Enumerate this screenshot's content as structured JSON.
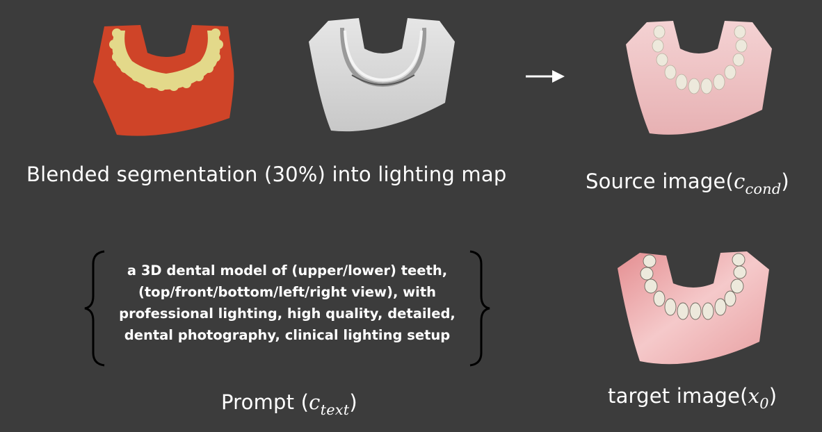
{
  "captions": {
    "blended": "Blended segmentation (30%) into lighting map",
    "source_prefix": "Source image(",
    "source_symbol": "c",
    "source_subscript": "cond",
    "source_suffix": ")",
    "prompt_prefix": "Prompt (",
    "prompt_symbol": "c",
    "prompt_subscript": "text",
    "prompt_suffix": ")",
    "target_prefix": "target image(",
    "target_symbol": "x",
    "target_subscript": "0",
    "target_suffix": ")"
  },
  "prompt_lines": [
    "a 3D dental model of (upper/lower) teeth,",
    "(top/front/bottom/left/right view), with",
    "professional lighting, high quality, detailed,",
    "dental photography, clinical lighting setup"
  ],
  "colors": {
    "background": "#3c3c3c",
    "segmentation_gum": "#cf4428",
    "segmentation_teeth": "#e3d98a",
    "lighting_map": "#d4d4d4",
    "source_gum": "#efc2c4",
    "target_gum": "#e99a9c",
    "teeth": "#ede9dc"
  },
  "icons": {
    "arrow": "right-arrow-icon",
    "brace_left": "left-curly-brace-icon",
    "brace_right": "right-curly-brace-icon"
  }
}
